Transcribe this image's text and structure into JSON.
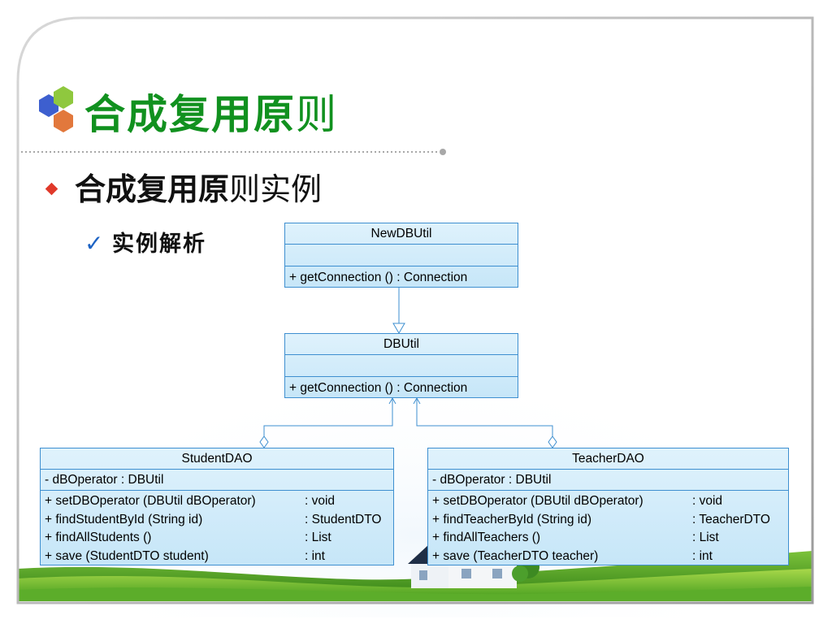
{
  "slide": {
    "title_bold": "合成复用原",
    "title_light": "则",
    "subtitle_bold": "合成复用原",
    "subtitle_light": "则实例",
    "checkmark": "✓",
    "subheading": "实例解析"
  },
  "colors": {
    "title": "#11911f",
    "bullet": "#e0392a",
    "uml_border": "#3e8fd0",
    "uml_fill": "#d4ecfa"
  },
  "diagram": {
    "classes": {
      "newdbutil": {
        "name": "NewDBUtil",
        "operations": [
          "+  getConnection ()  : Connection"
        ]
      },
      "dbutil": {
        "name": "DBUtil",
        "operations": [
          "+  getConnection ()  : Connection"
        ]
      },
      "studentdao": {
        "name": "StudentDAO",
        "attribute": "-  dBOperator  : DBUtil",
        "operations": [
          {
            "sig": "+  setDBOperator (DBUtil dBOperator)",
            "ret": ": void"
          },
          {
            "sig": "+  findStudentById (String id)",
            "ret": ": StudentDTO"
          },
          {
            "sig": "+  findAllStudents ()",
            "ret": ": List"
          },
          {
            "sig": "+  save (StudentDTO student)",
            "ret": ": int"
          }
        ]
      },
      "teacherdao": {
        "name": "TeacherDAO",
        "attribute": "-  dBOperator  : DBUtil",
        "operations": [
          {
            "sig": "+  setDBOperator (DBUtil dBOperator)",
            "ret": ": void"
          },
          {
            "sig": "+  findTeacherById (String id)",
            "ret": ": TeacherDTO"
          },
          {
            "sig": "+  findAllTeachers ()",
            "ret": ": List"
          },
          {
            "sig": "+  save (TeacherDTO teacher)",
            "ret": ": int"
          }
        ]
      }
    }
  }
}
